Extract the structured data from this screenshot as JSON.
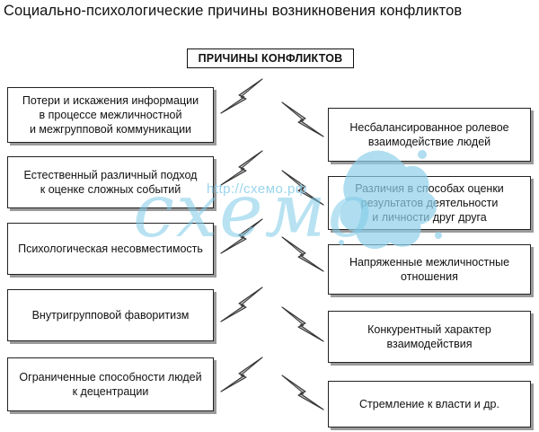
{
  "title": "Социально-психологические причины возникновения конфликтов",
  "header": "ПРИЧИНЫ КОНФЛИКТОВ",
  "left_boxes": [
    "Потери и искажения информации\nв процессе межличностной\nи межгрупповой коммуникации",
    "Естественный различный подход\nк оценке сложных событий",
    "Психологическая несовместимость",
    "Внутригрупповой фаворитизм",
    "Ограниченные способности людей\nк децентрации"
  ],
  "right_boxes": [
    "Несбалансированное ролевое\nвзаимодействие людей",
    "Различия в способах оценки\nрезультатов деятельности\nи личности друг друга",
    "Напряженные межличностные\nотношения",
    "Конкурентный характер\nвзаимодействия",
    "Стремление к власти и др."
  ],
  "watermark": {
    "url": "http://схемо.рф",
    "text": "схемо",
    "color": "#7fcbe8"
  }
}
